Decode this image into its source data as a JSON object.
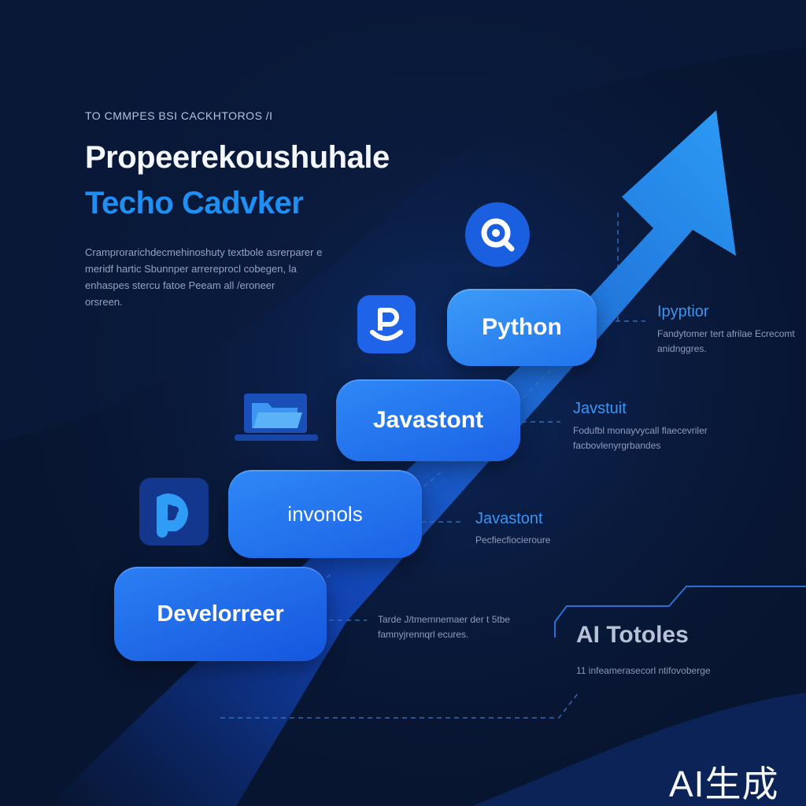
{
  "header": {
    "kicker": "TO CMMPES BSI  CACKHTOROS  /I",
    "title_line1": "Propeerekoushuhale",
    "title_line2": "Techo Cadvker",
    "description_lines": [
      "Cramprorarichdecmehinoshuty textbole asrerparer e",
      "meridf hartic Sbunnper arrereprocl cobegen,  la",
      "enhaspes stercu fatoe Peeam all /eroneer",
      "orsreen."
    ]
  },
  "steps": [
    {
      "label": "Python"
    },
    {
      "label": "Javastont"
    },
    {
      "label": "invonols"
    },
    {
      "label": "Develorreer"
    }
  ],
  "callouts": [
    {
      "title": "Ipyptior",
      "lines": [
        "Fandytomer tert afrilae Ecrecomt",
        "anidnggres."
      ]
    },
    {
      "title": "Javstuit",
      "lines": [
        "Fodufbl monayvycall flaecevriler",
        "facbovlenyrgrbandes"
      ]
    },
    {
      "title": "Javastont",
      "lines": [
        "Pecfiecfiocieroure"
      ]
    },
    {
      "title": "",
      "lines": [
        "Tarde J/tmernnemaer der t 5tbe",
        "famnyjrennqrl ecures."
      ]
    }
  ],
  "ai_tools": {
    "title": "AI Totoles",
    "subtitle": "11  infeamerasecorl ntifovoberge"
  },
  "watermark": "AI生成",
  "icons": [
    "search-icon",
    "p-app-icon",
    "laptop-folder-icon",
    "p-app-icon-2"
  ],
  "colors": {
    "background": "#081530",
    "accent": "#1e8ff3",
    "step_blue": "#1b62e6"
  }
}
